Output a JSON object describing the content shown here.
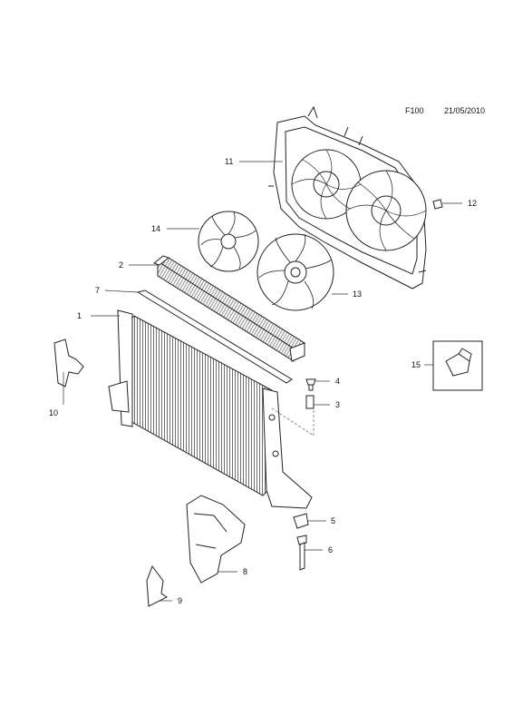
{
  "header": {
    "code": "F100",
    "date": "21/05/2010"
  },
  "callouts": [
    "1",
    "2",
    "3",
    "4",
    "5",
    "6",
    "7",
    "8",
    "9",
    "10",
    "11",
    "12",
    "13",
    "14",
    "15"
  ]
}
